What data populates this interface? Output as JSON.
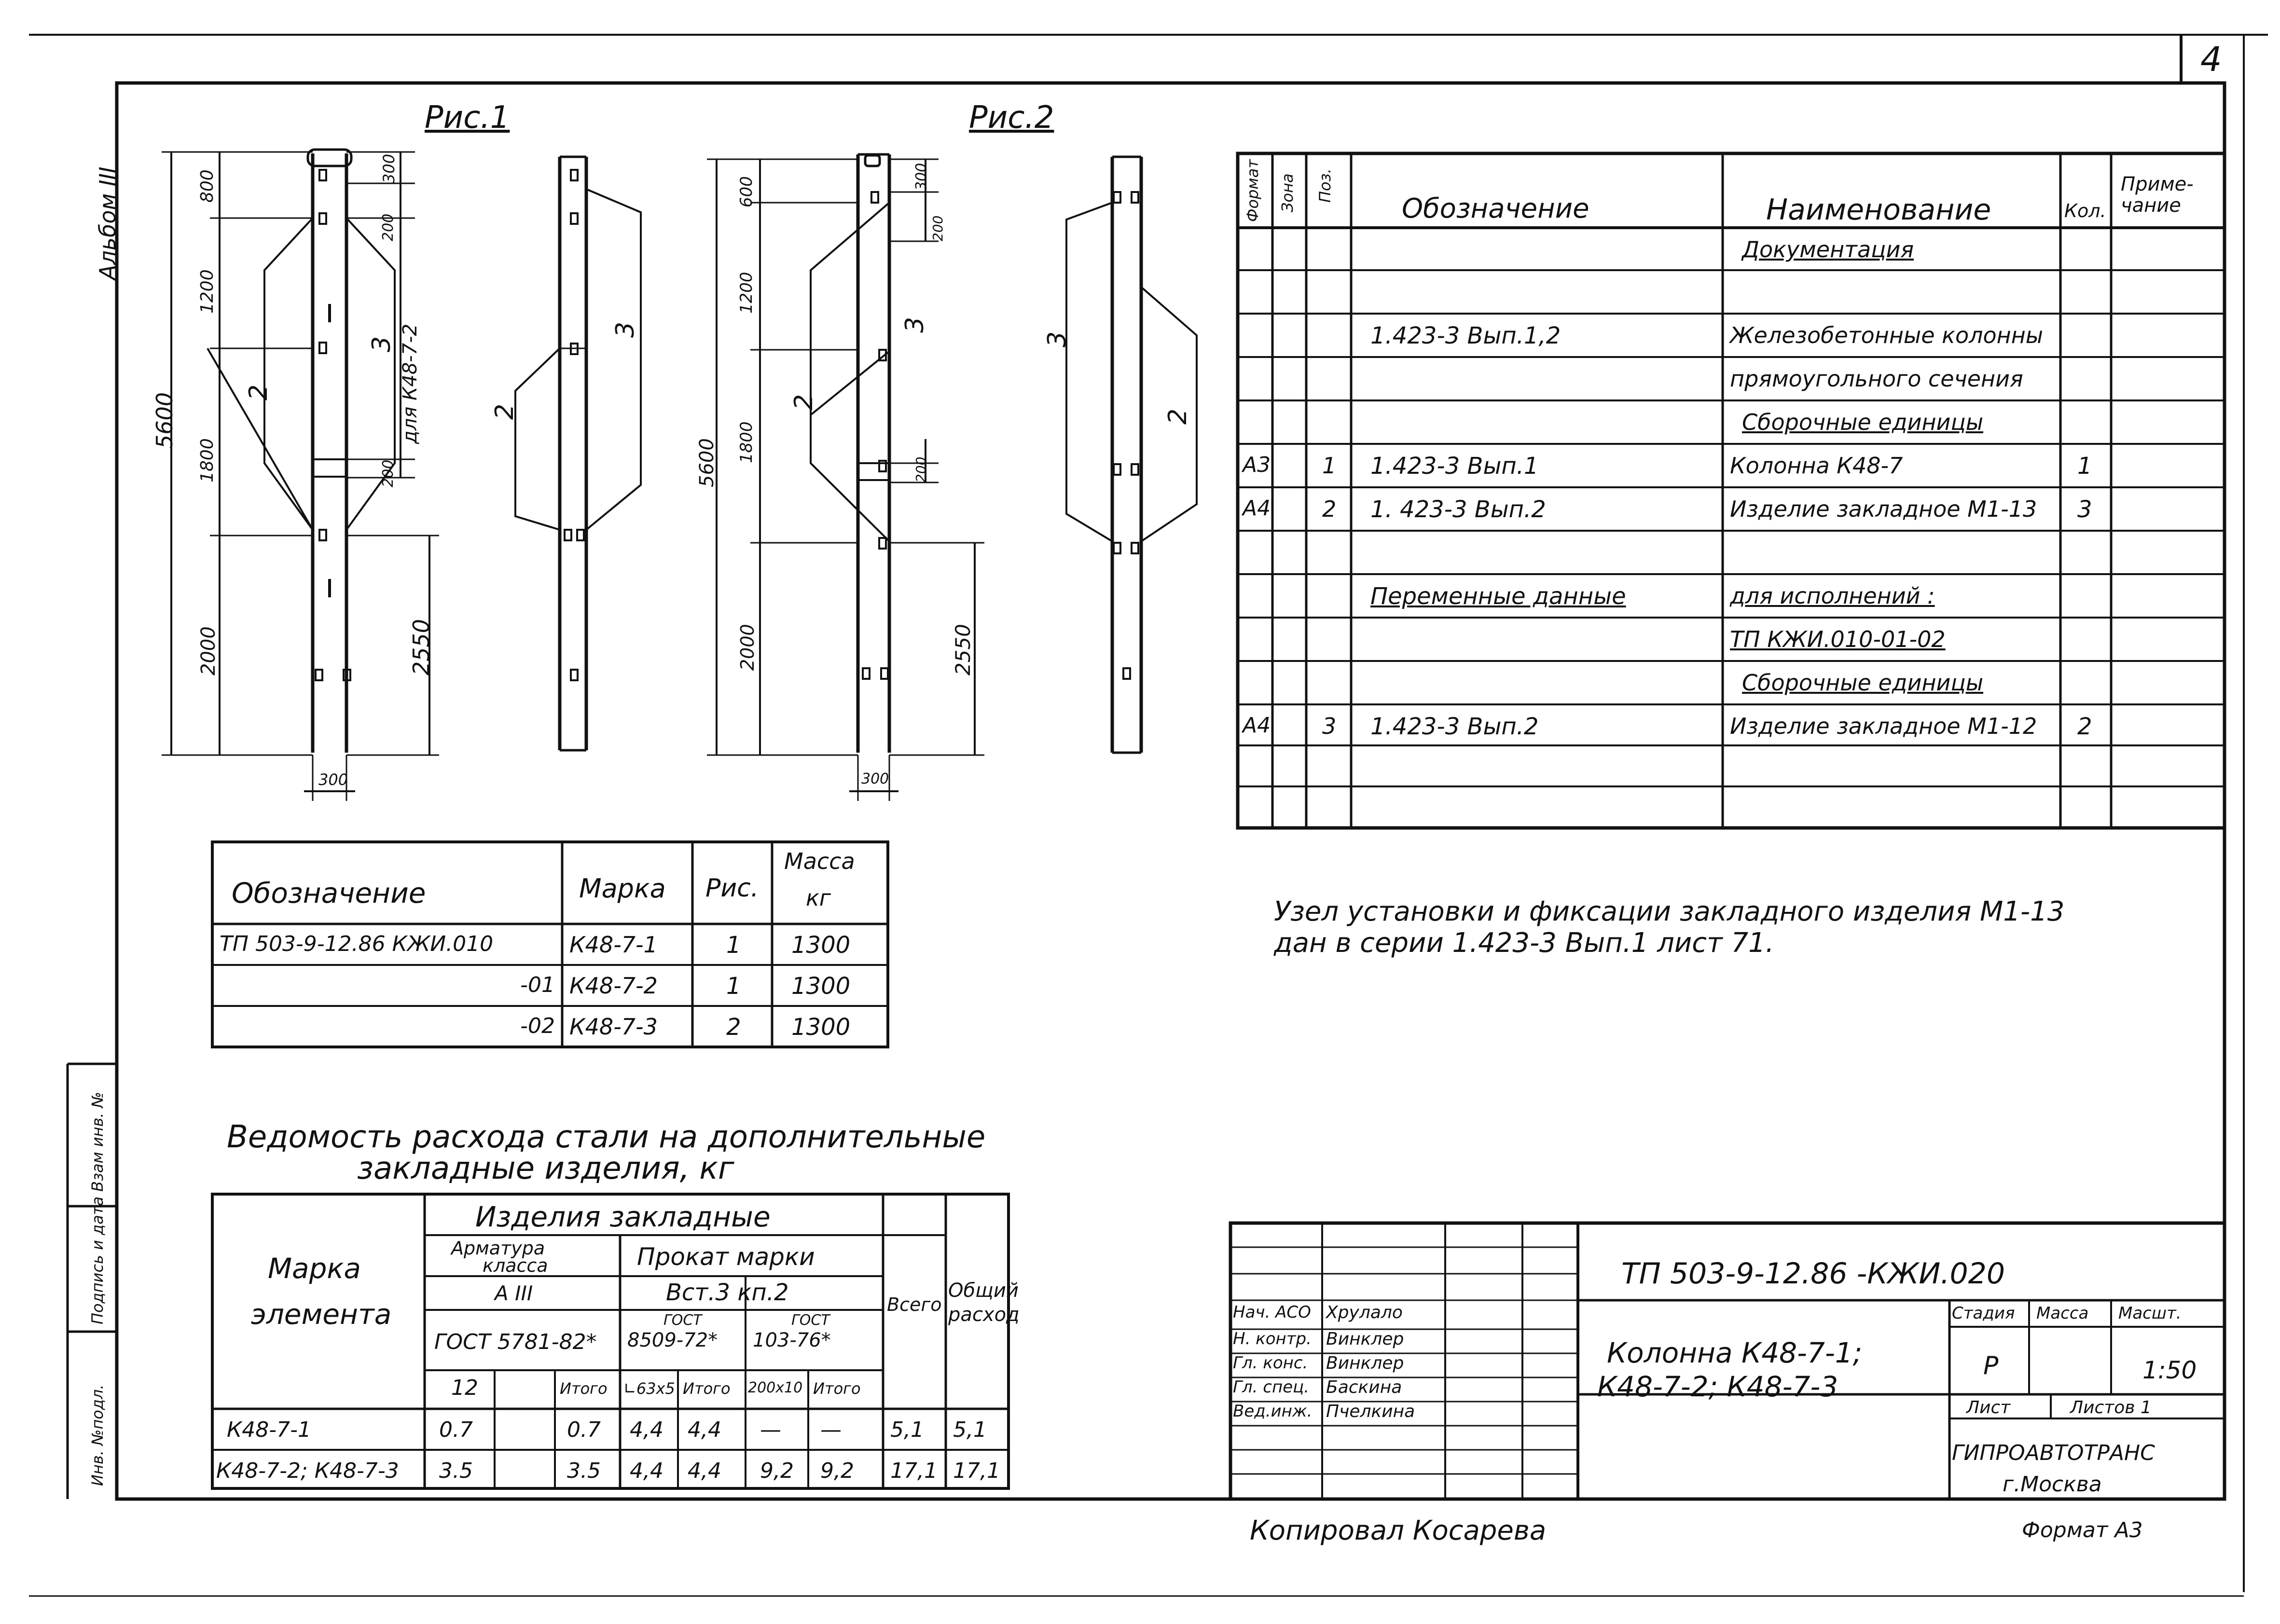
{
  "sheet": {
    "number": "4",
    "album": "Альбом III",
    "copied": "Копировал Косарева",
    "format": "Формат А3",
    "side_labels": [
      "Инв. №подл.",
      "Подпись и дата",
      "Взам инв. №"
    ]
  },
  "figures": {
    "fig1_title": "Рис.1",
    "fig2_title": "Рис.2",
    "fig1_dims": {
      "total": "5600",
      "d800": "800",
      "d1200": "1200",
      "d1800": "1800",
      "d2000": "2000",
      "d2550": "2550",
      "d300w": "300",
      "d300t": "300",
      "d200a": "200",
      "d200b": "200"
    },
    "fig2_dims": {
      "total": "5600",
      "d600": "600",
      "d1200": "1200",
      "d1800": "1800",
      "d2000": "2000",
      "d2550": "2550",
      "d300w": "300",
      "d300t": "300",
      "d200a": "200",
      "d200b": "200"
    },
    "fig1_note": "для К48-7-2",
    "labels": {
      "one": "1",
      "two": "2",
      "three": "3"
    }
  },
  "spec_table": {
    "headers": {
      "format": "Формат",
      "zone": "Зона",
      "pos": "Поз.",
      "designation": "Обозначение",
      "name": "Наименование",
      "qty": "Кол.",
      "note": "Приме-чание"
    },
    "rows": [
      {
        "format": "",
        "pos": "",
        "designation": "",
        "name": "Документация",
        "qty": "",
        "style": "section"
      },
      {
        "format": "",
        "pos": "",
        "designation": "",
        "name": "",
        "qty": ""
      },
      {
        "format": "",
        "pos": "",
        "designation": "1.423-3  Вып.1,2",
        "name": "Железобетонные колонны",
        "qty": ""
      },
      {
        "format": "",
        "pos": "",
        "designation": "",
        "name": "прямоугольного сечения",
        "qty": ""
      },
      {
        "format": "",
        "pos": "",
        "designation": "",
        "name": "Сборочные единицы",
        "qty": "",
        "style": "section"
      },
      {
        "format": "А3",
        "pos": "1",
        "designation": "1.423-3  Вып.1",
        "name": "Колонна  К48-7",
        "qty": "1"
      },
      {
        "format": "А4",
        "pos": "2",
        "designation": "1. 423-3  Вып.2",
        "name": "Изделие закладное М1-13",
        "qty": "3"
      },
      {
        "format": "",
        "pos": "",
        "designation": "",
        "name": "",
        "qty": ""
      },
      {
        "format": "",
        "pos": "",
        "designation": "Переменные данные",
        "name": "для  исполнений :",
        "qty": "",
        "style": "var"
      },
      {
        "format": "",
        "pos": "",
        "designation": "",
        "name": "ТП          КЖИ.010-01-02",
        "qty": "",
        "style": "var"
      },
      {
        "format": "",
        "pos": "",
        "designation": "",
        "name": "Сборочные единицы",
        "qty": "",
        "style": "section"
      },
      {
        "format": "А4",
        "pos": "3",
        "designation": "1.423-3  Вып.2",
        "name": "Изделие закладное М1-12",
        "qty": "2"
      },
      {
        "format": "",
        "pos": "",
        "designation": "",
        "name": "",
        "qty": ""
      },
      {
        "format": "",
        "pos": "",
        "designation": "",
        "name": "",
        "qty": ""
      }
    ]
  },
  "note_text": {
    "line1": "Узел установки и фиксации  закладного изделия  М1-13",
    "line2": "дан в серии 1.423-3 Вып.1  лист 71."
  },
  "mark_table": {
    "headers": {
      "designation": "Обозначение",
      "mark": "Марка",
      "fig": "Рис.",
      "mass1": "Масса",
      "mass2": "кг"
    },
    "rows": [
      {
        "designation": "ТП 503-9-12.86  КЖИ.010",
        "mark": "К48-7-1",
        "fig": "1",
        "mass": "1300"
      },
      {
        "designation": "-01",
        "mark": "К48-7-2",
        "fig": "1",
        "mass": "1300"
      },
      {
        "designation": "-02",
        "mark": "К48-7-3",
        "fig": "2",
        "mass": "1300"
      }
    ]
  },
  "steel_table": {
    "title1": "Ведомость расхода  стали на дополнительные",
    "title2": "закладные  изделия, кг",
    "headers": {
      "mark1": "Марка",
      "mark2": "элемента",
      "group": "Изделия  закладные",
      "armature1": "Арматура",
      "armature2": "класса",
      "class": "А III",
      "rolled": "Прокат марки",
      "steel": "Вст.3 кп.2",
      "gost1": "ГОСТ 5781-82*",
      "gost2a": "ГОСТ",
      "gost2b": "8509-72*",
      "gost3a": "ГОСТ",
      "gost3b": "103-76*",
      "d12": "12",
      "itogo": "Итого",
      "s63": "∟63х5",
      "s200": "200х10",
      "total": "Всего",
      "general1": "Общий",
      "general2": "расход"
    },
    "rows": [
      {
        "mark": "К48-7-1",
        "c12": "0.7",
        "c2": "",
        "it1": "0.7",
        "s63": "4,4",
        "it2": "4,4",
        "s200": "—",
        "it3": "—",
        "total": "5,1",
        "general": "5,1"
      },
      {
        "mark": "К48-7-2; К48-7-3",
        "c12": "3.5",
        "c2": "",
        "it1": "3.5",
        "s63": "4,4",
        "it2": "4,4",
        "s200": "9,2",
        "it3": "9,2",
        "total": "17,1",
        "general": "17,1"
      }
    ]
  },
  "title_block": {
    "doc_code": "ТП 503-9-12.86    -КЖИ.020",
    "title1": "Колонна  К48-7-1;",
    "title2": "К48-7-2;  К48-7-3",
    "roles": [
      {
        "role": "Нач. АСО",
        "name": "Хрулало"
      },
      {
        "role": "Н. контр.",
        "name": "Винклер"
      },
      {
        "role": "Гл. конс.",
        "name": "Винклер"
      },
      {
        "role": "Гл. спец.",
        "name": "Баскина"
      },
      {
        "role": "Вед.инж.",
        "name": "Пчелкина"
      }
    ],
    "stage_label": "Стадия",
    "mass_label": "Масса",
    "scale_label": "Масшт.",
    "stage": "Р",
    "scale": "1:50",
    "sheet_label": "Лист",
    "sheets_label": "Листов 1",
    "org1": "ГИПРОАВТОТРАНС",
    "org2": "г.Москва"
  }
}
